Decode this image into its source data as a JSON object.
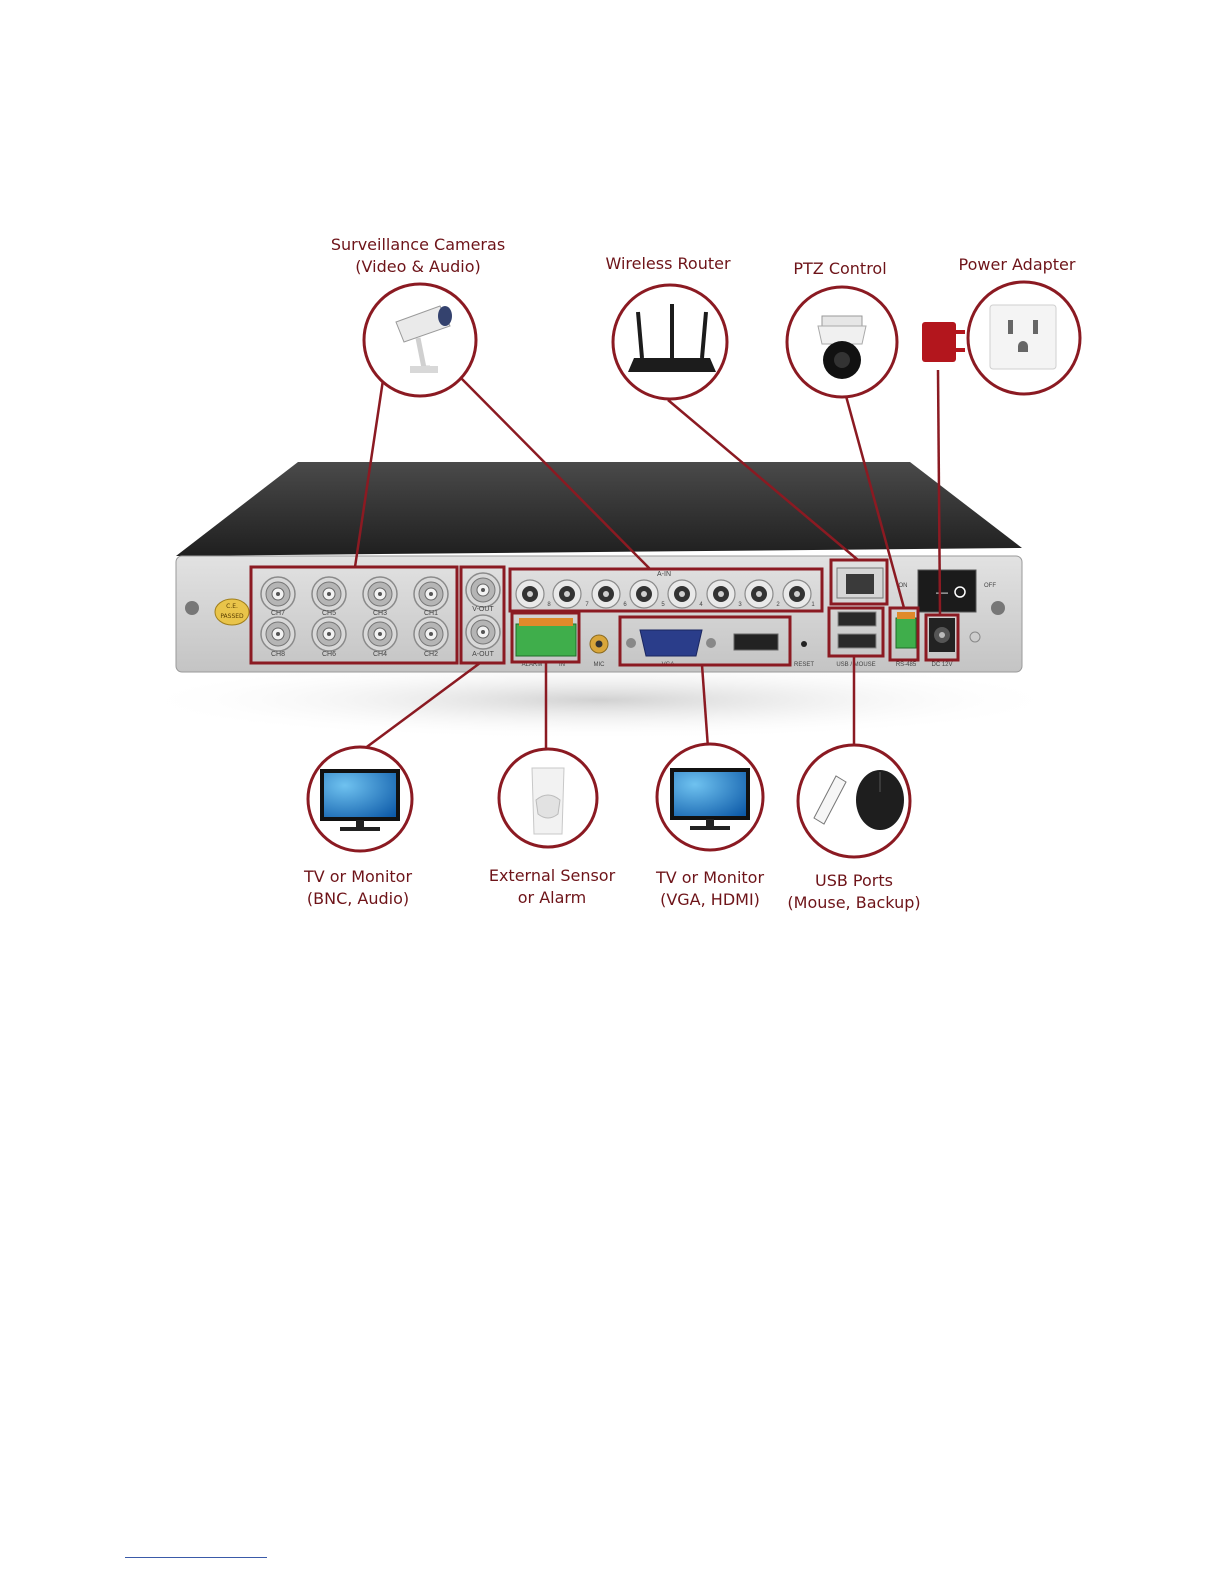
{
  "accent_color": "#8b1a22",
  "labels": {
    "cameras": [
      "Surveillance Cameras",
      "(Video & Audio)"
    ],
    "router": [
      "Wireless Router"
    ],
    "ptz": [
      "PTZ Control"
    ],
    "power": [
      "Power Adapter"
    ],
    "tv_bnc": [
      "TV or Monitor",
      "(BNC, Audio)"
    ],
    "sensor": [
      "External Sensor",
      "or Alarm"
    ],
    "tv_vga": [
      "TV or Monitor",
      "(VGA, HDMI)"
    ],
    "usb": [
      "USB Ports",
      "(Mouse, Backup)"
    ]
  },
  "panel": {
    "badge": [
      "C.E.",
      "PASSED"
    ],
    "video_in": [
      "CH7",
      "CH5",
      "CH3",
      "CH1",
      "CH8",
      "CH6",
      "CH4",
      "CH2"
    ],
    "v_out": "V-OUT",
    "a_out": "A-OUT",
    "audio_in": "A-IN",
    "audio_in_nums": [
      "8",
      "7",
      "6",
      "5",
      "4",
      "3",
      "2",
      "1"
    ],
    "alarm": "ALARM",
    "alarm_ir": "IN",
    "mic": "MIC",
    "vga": "VGA",
    "reset": "RESET",
    "usb_mouse": "USB / MOUSE",
    "rs485": "RS-485",
    "dc": "DC 12V",
    "switch_on": "ON",
    "switch_off": "OFF"
  },
  "icons": {
    "cameras": "bullet-camera-icon",
    "router": "wireless-router-icon",
    "ptz": "ptz-dome-camera-icon",
    "power": "wall-outlet-icon",
    "plug": "power-plug-icon",
    "tv_bnc": "monitor-icon",
    "sensor": "motion-sensor-icon",
    "tv_vga": "monitor-icon",
    "usb": "usb-drive-and-mouse-icon"
  }
}
